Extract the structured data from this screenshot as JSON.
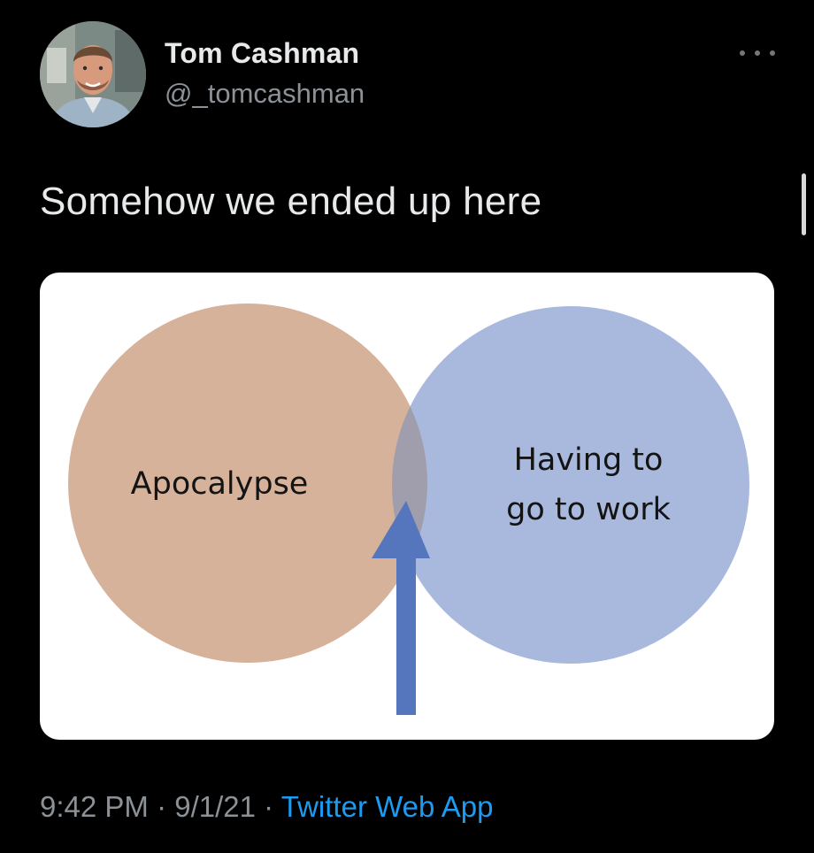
{
  "author": {
    "name": "Tom Cashman",
    "handle": "@_tomcashman",
    "avatar_icon": "profile-photo"
  },
  "menu": {
    "icon": "more-horizontal-icon"
  },
  "tweet": {
    "text": "Somehow we ended up here"
  },
  "image": {
    "left_label": "Apocalypse",
    "right_label_line1": "Having to",
    "right_label_line2": "go to work",
    "colors": {
      "left_circle": "#d7b29b",
      "right_circle": "#a9b9de",
      "overlap": "#a09dac",
      "arrow": "#5576bd"
    }
  },
  "meta": {
    "time": "9:42 PM",
    "separator": "·",
    "date": "9/1/21",
    "source": "Twitter Web App",
    "source_color": "#1d9bf0"
  }
}
